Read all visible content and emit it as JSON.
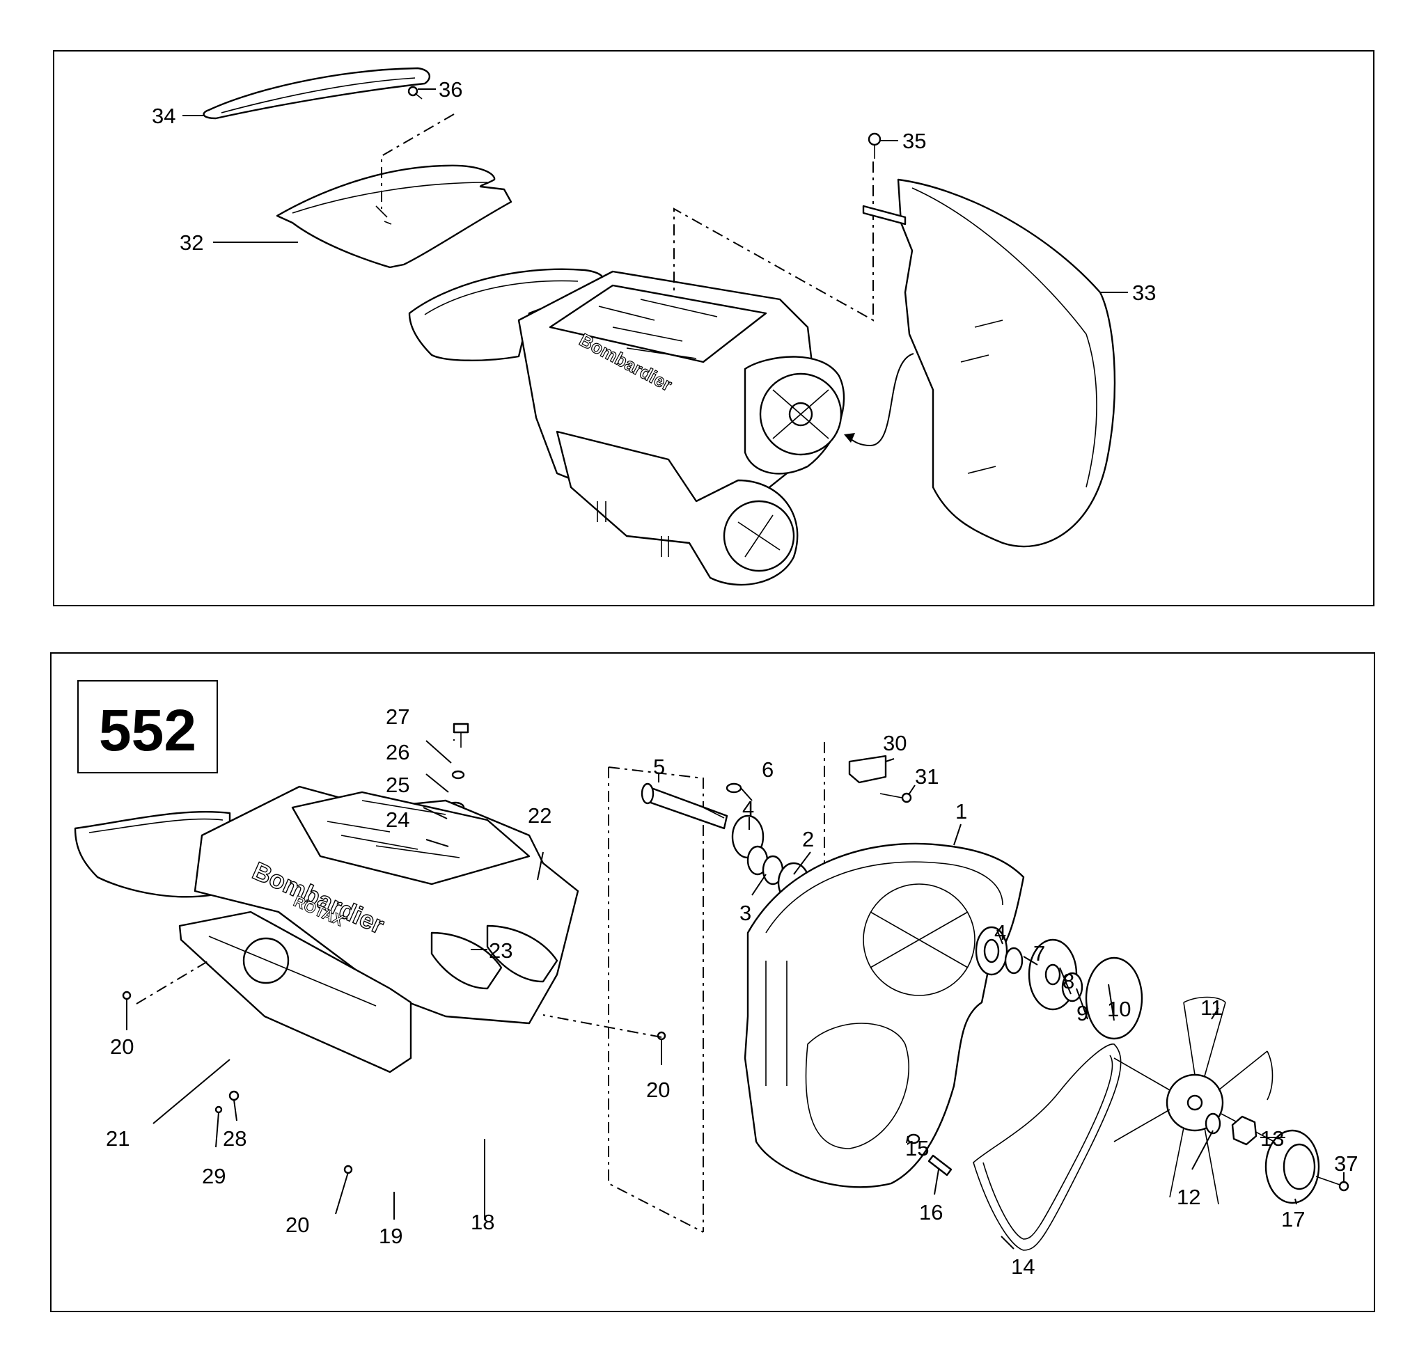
{
  "model_label": "552",
  "callouts": {
    "c1": "1",
    "c2": "2",
    "c3": "3",
    "c4a": "4",
    "c4b": "4",
    "c5": "5",
    "c6": "6",
    "c7": "7",
    "c8": "8",
    "c9": "9",
    "c10": "10",
    "c11": "11",
    "c12": "12",
    "c13": "13",
    "c14": "14",
    "c15": "15",
    "c16": "16",
    "c17": "17",
    "c18": "18",
    "c19": "19",
    "c20a": "20",
    "c20b": "20",
    "c20c": "20",
    "c21": "21",
    "c22": "22",
    "c23": "23",
    "c24": "24",
    "c25": "25",
    "c26": "26",
    "c27": "27",
    "c28": "28",
    "c29": "29",
    "c30": "30",
    "c31": "31",
    "c32": "32",
    "c33": "33",
    "c34": "34",
    "c35": "35",
    "c36": "36",
    "c37": "37"
  },
  "stamped_text": [
    "Bombardier",
    "ROTAX"
  ]
}
